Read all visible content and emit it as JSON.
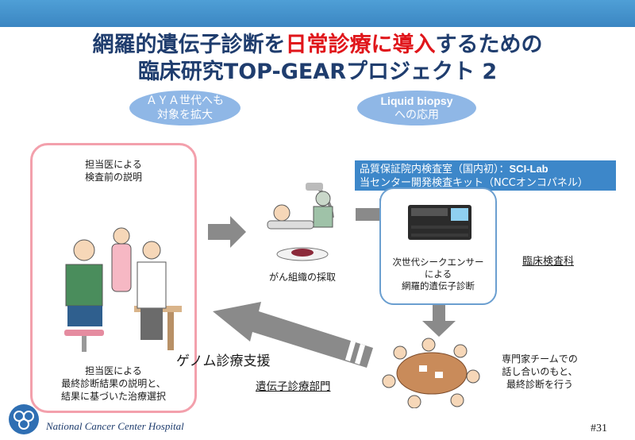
{
  "header": {
    "title_line1_part1": "網羅的遺伝子診断を",
    "title_line1_red": "日常診療に導入",
    "title_line1_part2": "するための",
    "title_line2": "臨床研究TOP-GEARプロジェクト 2"
  },
  "pills": {
    "aya_line1": "ＡＹＡ世代へも",
    "aya_line2": "対象を拡大",
    "liquid_line1": "Liquid biopsy",
    "liquid_line2": "への応用"
  },
  "left_card": {
    "top_line1": "担当医による",
    "top_line2": "検査前の説明",
    "bottom_line1": "担当医による",
    "bottom_line2": "最終診断結果の説明と、",
    "bottom_line3": "結果に基づいた治療選択"
  },
  "lab": {
    "header_line1_a": "品質保証院内検査室（国内初）：",
    "header_line1_b": "SCI-Lab",
    "header_line2": "当センター開発検査キット（NCCオンコパネル）",
    "seq_line1": "次世代シークエンサー",
    "seq_line2": "による",
    "seq_line3": "網羅的遺伝子診断",
    "clinical_lab": "臨床検査科"
  },
  "tissue_caption": "がん組織の採取",
  "team": {
    "line1": "専門家チームでの",
    "line2": "話し合いのもと、",
    "line3": "最終診断を行う"
  },
  "genome_support": "ゲノム診療支援",
  "genome_dept": "遺伝子診療部門",
  "footer": {
    "hospital": "National Cancer Center Hospital",
    "page": "#31"
  },
  "colors": {
    "top_band": "#3b86c2",
    "title": "#1f3d6e",
    "title_red": "#e0161b",
    "pill": "#8fb7e6",
    "card_border": "#f3a0ac",
    "lab_header": "#3d87c9",
    "arrow": "#8a8a8a"
  }
}
